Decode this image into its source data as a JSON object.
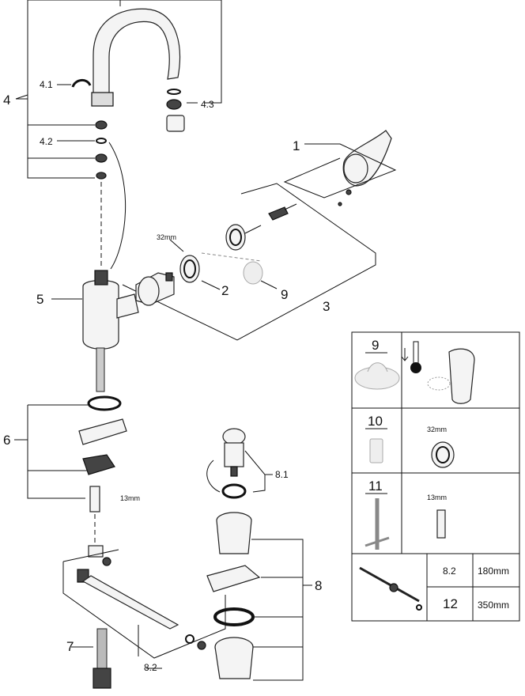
{
  "callouts": {
    "c1": "1",
    "c2": "2",
    "c3": "3",
    "c4": "4",
    "c4_1": "4.1",
    "c4_2": "4.2",
    "c4_3": "4.3",
    "c5": "5",
    "c6": "6",
    "c7": "7",
    "c8": "8",
    "c8_1": "8.1",
    "c8_2": "8.2",
    "c9": "9"
  },
  "dims": {
    "d32": "32mm",
    "d13": "13mm"
  },
  "spare_table": {
    "cell_9": "9",
    "cell_10": "10",
    "cell_10_dim": "32mm",
    "cell_11": "11",
    "cell_11_dim": "13mm",
    "rows": [
      {
        "part": "8.2",
        "length": "180mm"
      },
      {
        "part": "12",
        "length": "350mm"
      }
    ]
  }
}
